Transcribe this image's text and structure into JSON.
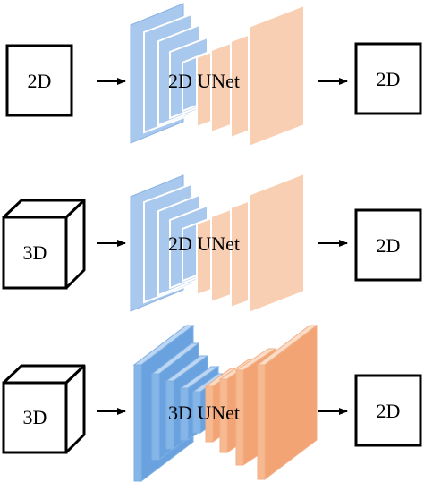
{
  "diagram": {
    "rows": [
      {
        "input_label": "2D",
        "network_label": "2D UNet",
        "output_label": "2D"
      },
      {
        "input_label": "3D",
        "network_label": "2D UNet",
        "output_label": "2D"
      },
      {
        "input_label": "3D",
        "network_label": "3D UNet",
        "output_label": "2D"
      }
    ]
  },
  "colors": {
    "encoder_fill": "#a9c8ee",
    "encoder_stroke": "#8ab3e4",
    "decoder_fill": "#f9cfb3",
    "decoder_stroke": "#f4b791",
    "encoder_3d_front": "#86b6e8",
    "encoder_3d_side": "#6aa2df",
    "decoder_3d_front": "#f7b98f",
    "decoder_3d_side": "#f2a474",
    "line": "#000000"
  }
}
